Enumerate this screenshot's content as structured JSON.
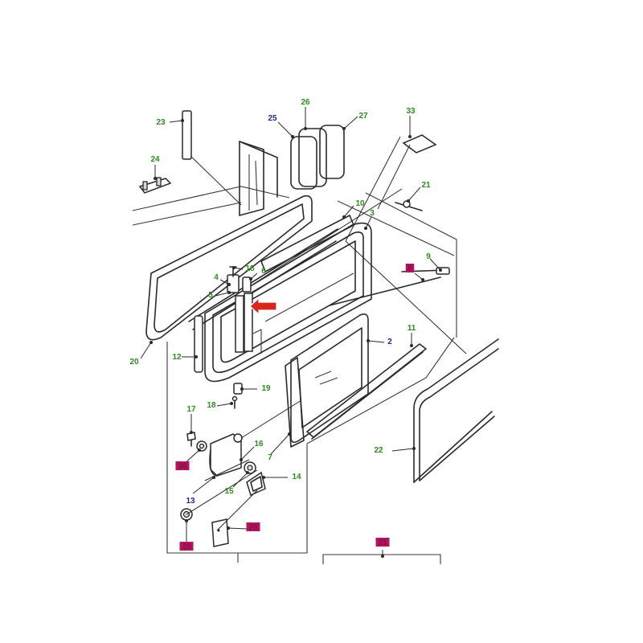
{
  "colors": {
    "label_green": "#2f8a1f",
    "label_blue": "#1c2a8e",
    "label_magenta": "#b0165e",
    "highlight_text": "#b0165e",
    "arrow_red": "#d8261c",
    "line": "#2a2a2a"
  },
  "callouts": [
    {
      "id": "c23",
      "text": "23",
      "color": "green"
    },
    {
      "id": "c24",
      "text": "24",
      "color": "green"
    },
    {
      "id": "c25",
      "text": "25",
      "color": "blue"
    },
    {
      "id": "c26",
      "text": "26",
      "color": "green"
    },
    {
      "id": "c27",
      "text": "27",
      "color": "green"
    },
    {
      "id": "c33",
      "text": "33",
      "color": "green"
    },
    {
      "id": "c21",
      "text": "21",
      "color": "green"
    },
    {
      "id": "c10",
      "text": "10",
      "color": "green"
    },
    {
      "id": "c3",
      "text": "3",
      "color": "green"
    },
    {
      "id": "c18a",
      "text": "18",
      "color": "green"
    },
    {
      "id": "c6",
      "text": "6",
      "color": "green"
    },
    {
      "id": "c4",
      "text": "4",
      "color": "green"
    },
    {
      "id": "c5",
      "text": "5",
      "color": "green"
    },
    {
      "id": "c9",
      "text": "9",
      "color": "green"
    },
    {
      "id": "c8",
      "text": "8",
      "color": "highlight"
    },
    {
      "id": "c2",
      "text": "2",
      "color": "blue"
    },
    {
      "id": "c11",
      "text": "11",
      "color": "green"
    },
    {
      "id": "c20",
      "text": "20",
      "color": "green"
    },
    {
      "id": "c12",
      "text": "12",
      "color": "green"
    },
    {
      "id": "c19",
      "text": "19",
      "color": "green"
    },
    {
      "id": "c18b",
      "text": "18",
      "color": "green"
    },
    {
      "id": "c17",
      "text": "17",
      "color": "green"
    },
    {
      "id": "c16",
      "text": "16",
      "color": "green"
    },
    {
      "id": "c7",
      "text": "7",
      "color": "green"
    },
    {
      "id": "c30",
      "text": "30",
      "color": "highlight"
    },
    {
      "id": "c13",
      "text": "13",
      "color": "blue"
    },
    {
      "id": "c15",
      "text": "15",
      "color": "green"
    },
    {
      "id": "c14",
      "text": "14",
      "color": "green"
    },
    {
      "id": "c22",
      "text": "22",
      "color": "green"
    },
    {
      "id": "c28",
      "text": "28",
      "color": "highlight"
    },
    {
      "id": "c29",
      "text": "29",
      "color": "highlight"
    },
    {
      "id": "c31",
      "text": "31",
      "color": "highlight"
    }
  ]
}
